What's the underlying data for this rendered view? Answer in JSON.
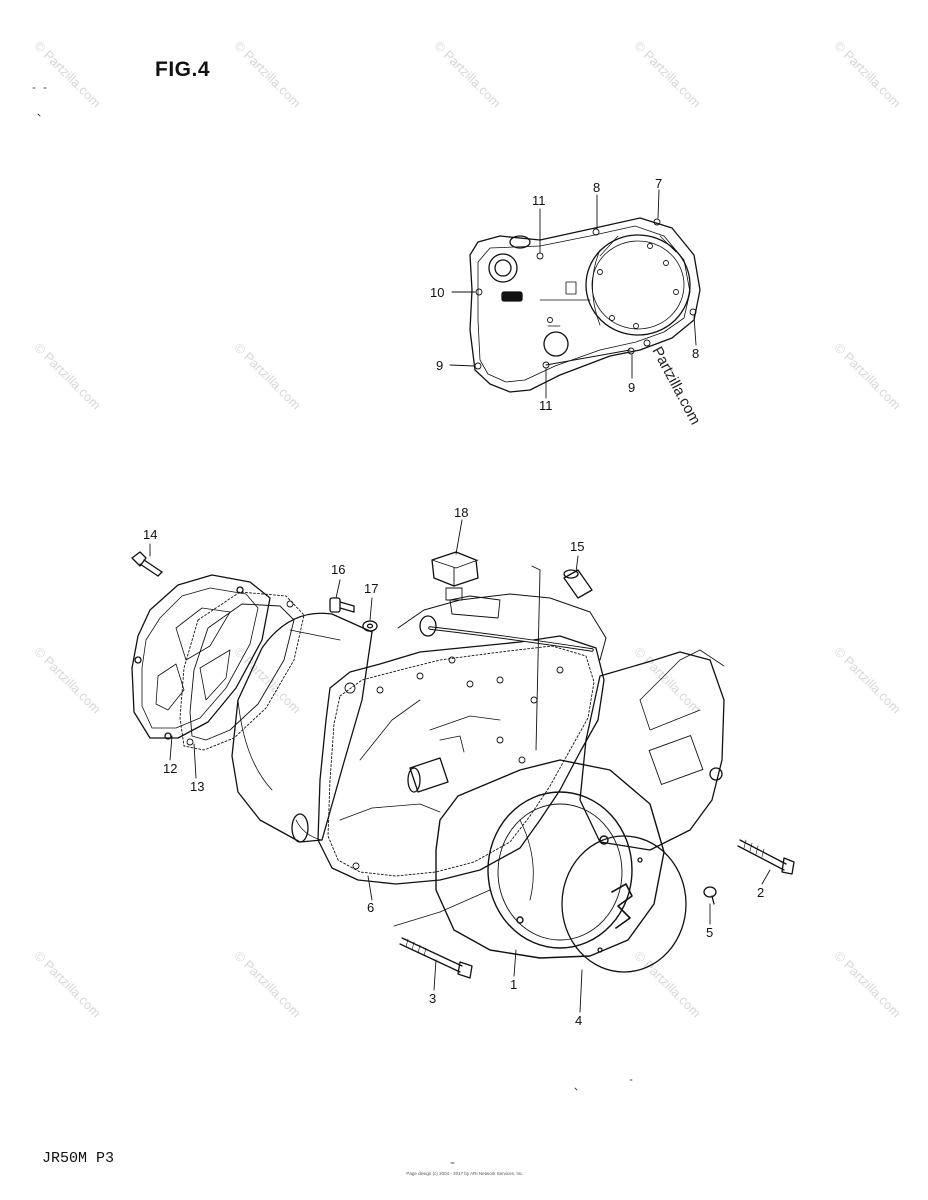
{
  "figure": {
    "title": "FIG.4"
  },
  "footer": {
    "model_code": "JR50M P3",
    "copyright": "Page design (c) 2004 - 2017 by ARI Network Services, Inc."
  },
  "watermark": {
    "text": "© Partzilla.com",
    "inline_text": "Partzilla.com"
  },
  "callouts": {
    "c1": "1",
    "c2": "2",
    "c3": "3",
    "c4": "4",
    "c5": "5",
    "c6": "6",
    "c7": "7",
    "c8a": "8",
    "c8b": "8",
    "c9a": "9",
    "c9b": "9",
    "c10": "10",
    "c11a": "11",
    "c11b": "11",
    "c12": "12",
    "c13": "13",
    "c14": "14",
    "c15": "15",
    "c16": "16",
    "c17": "17",
    "c18": "18"
  }
}
